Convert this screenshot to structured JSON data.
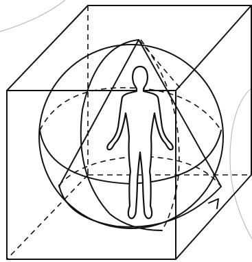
{
  "figure": {
    "elements": [
      "cube",
      "sphere",
      "triangle",
      "human-figure"
    ],
    "colors": {
      "line": "#111111",
      "background_arc": "#bdbdbd",
      "background": "#ffffff"
    },
    "style": {
      "hidden_edges": "dashed",
      "visible_edges": "solid"
    }
  }
}
